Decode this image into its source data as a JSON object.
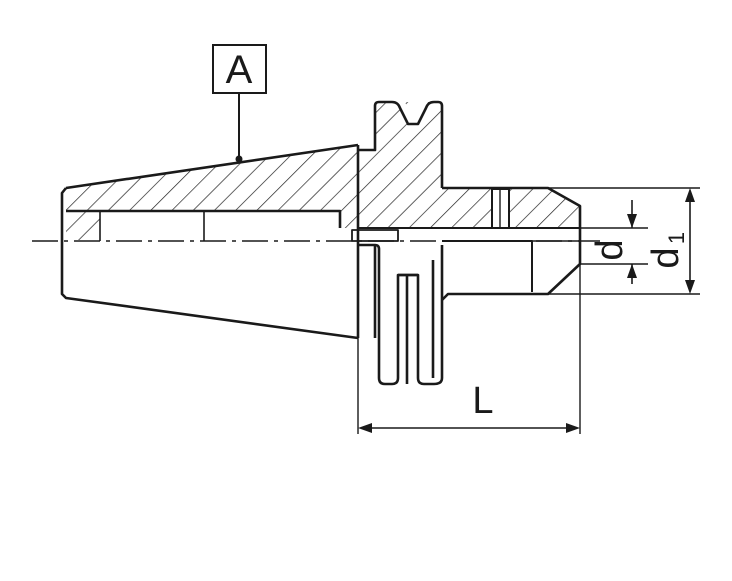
{
  "diagram": {
    "labels": {
      "view_marker": "A",
      "length": "L",
      "inner_diameter": "d",
      "outer_diameter_base": "d",
      "outer_diameter_sub": "1"
    }
  }
}
